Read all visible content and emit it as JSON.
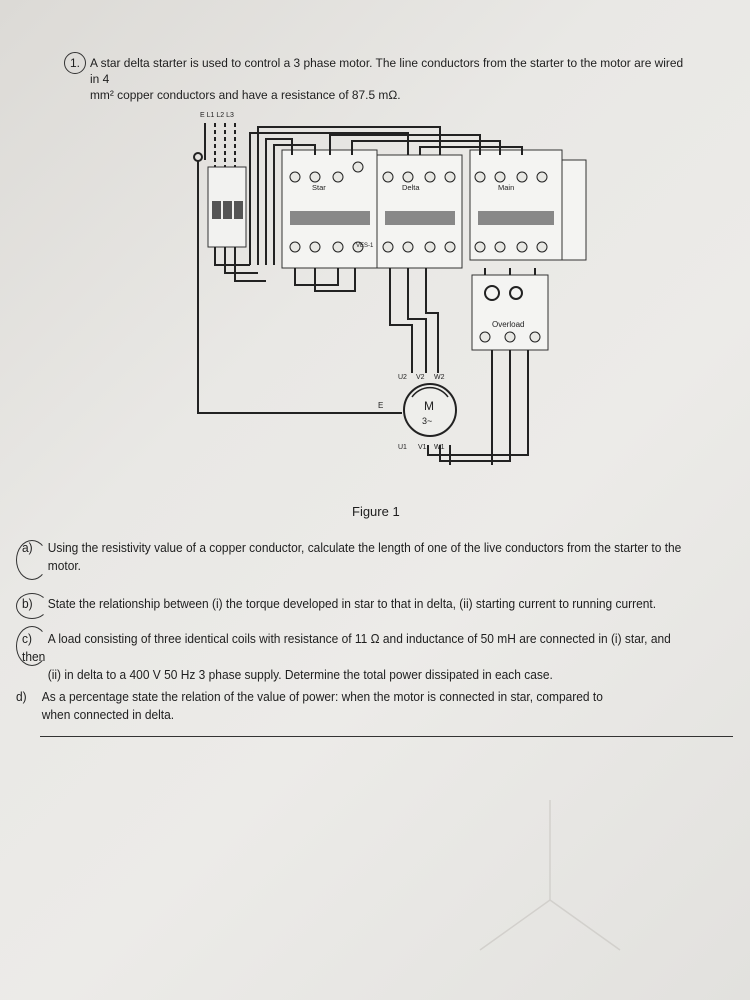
{
  "question": {
    "number": "1.",
    "intro_line1": "A star delta starter is used to control a 3 phase motor.  The line conductors from the starter to the motor are wired in 4",
    "intro_line2": "mm² copper conductors and have a resistance of 87.5 mΩ."
  },
  "figure": {
    "caption": "Figure 1",
    "supply_labels": "E L1 L2 L3",
    "contactors": [
      "Star",
      "Delta",
      "Main"
    ],
    "relay_label": "VES-1",
    "overload_label": "Overload",
    "motor_symbol": "M",
    "motor_phase": "3~",
    "earth_label": "E",
    "motor_top_terminals": [
      "U2",
      "V2",
      "W2"
    ],
    "motor_bottom_terminals": [
      "U1",
      "V1",
      "W1"
    ]
  },
  "parts": [
    {
      "label": "a)",
      "line1": "Using the resistivity value of a copper conductor, calculate the length of one of the live conductors from the starter to the",
      "line2": "motor."
    },
    {
      "label": "b)",
      "line1": "State the relationship between (i) the torque developed in star to that in delta, (ii) starting current to running current.",
      "line2": ""
    },
    {
      "label": "c)",
      "line1": "A load consisting of three identical coils with resistance of 11 Ω and inductance of 50 mH are connected in (i) star, and then",
      "line2": "(ii) in delta to a 400 V 50 Hz 3 phase supply.  Determine the total power dissipated in each case."
    },
    {
      "label": "d)",
      "line1": "As a percentage state the relation of the value of power: when the motor is connected in star, compared to",
      "line2": "when connected in delta."
    }
  ]
}
